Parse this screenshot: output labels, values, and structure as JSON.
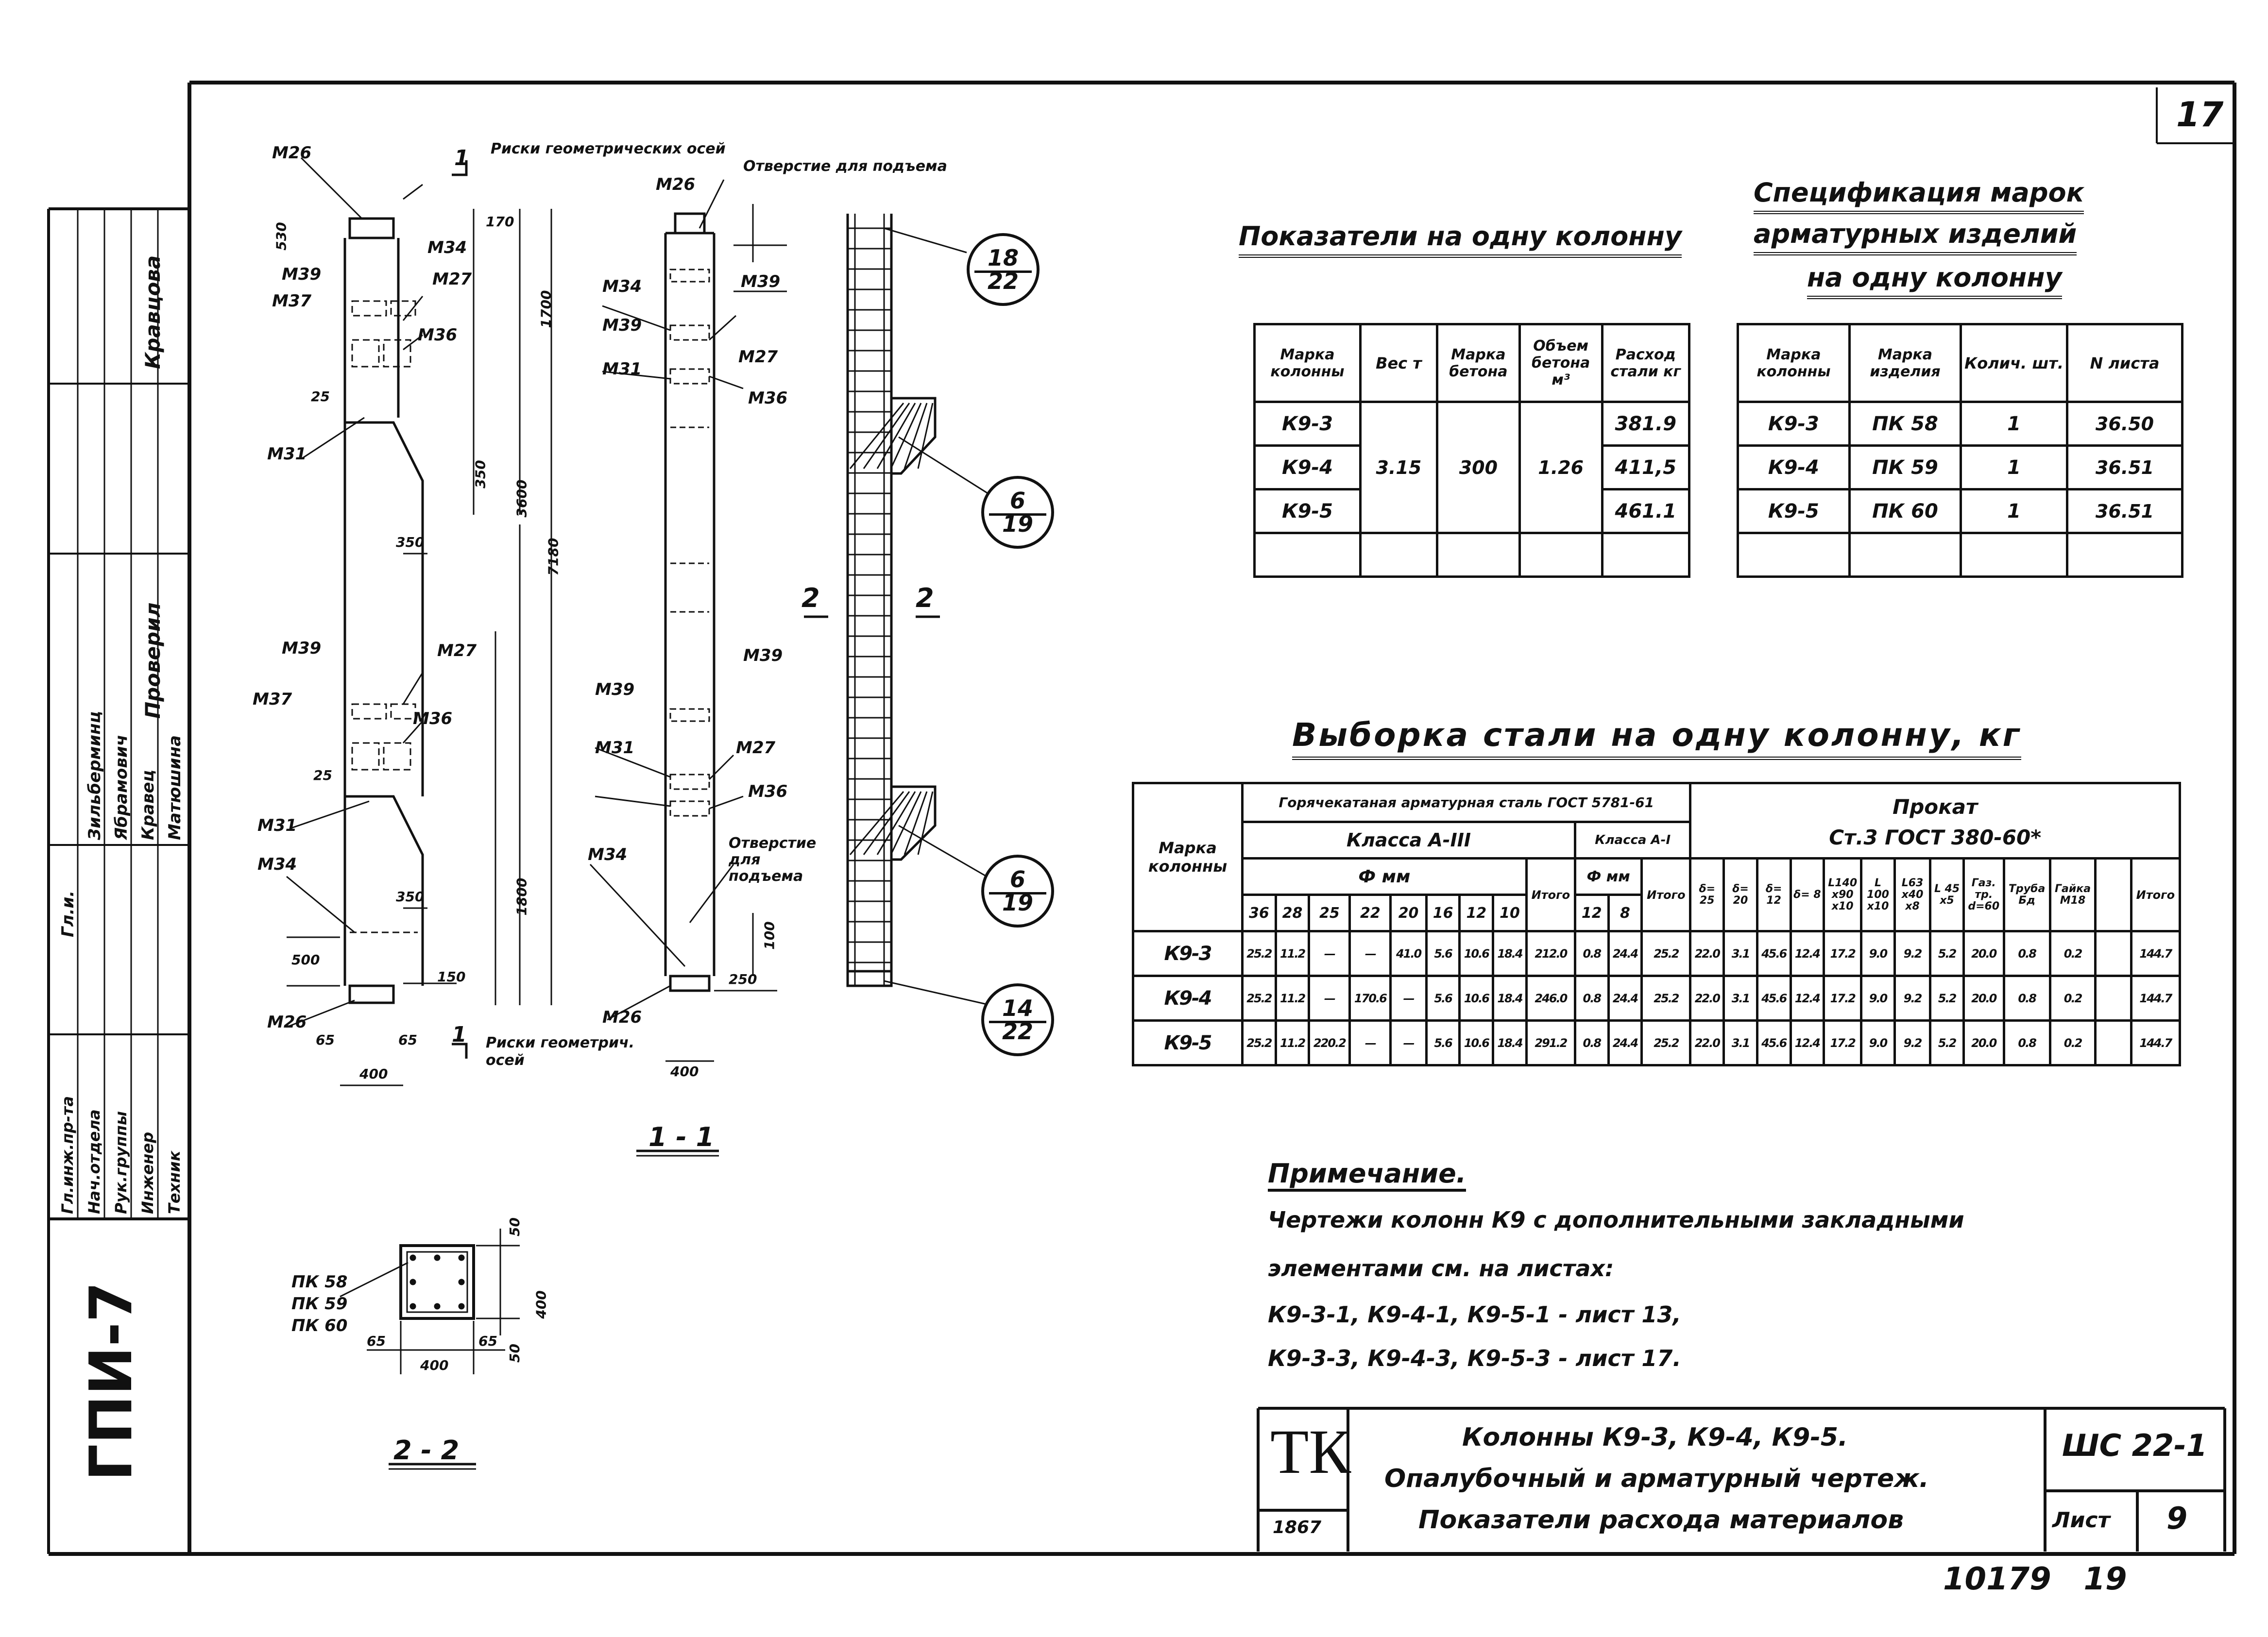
{
  "sheet": {
    "corner_number": "17",
    "bottom_numbers": "10179   19",
    "left_stamp": "ГПИ-7"
  },
  "side_block": {
    "names": [
      "Кравцова",
      "",
      "Проверил",
      "Зильберминц",
      "Ябрамович",
      "Кравец",
      "Матюшина"
    ],
    "roles": [
      "Гл.инж.пр-та",
      "Нач.отдела",
      "Рук.группы",
      "Инженер",
      "Техник"
    ],
    "headers": [
      "Гл.и.",
      "Зильберминц",
      "Ябрамович",
      "Кравец",
      "Матюшина"
    ]
  },
  "drawing": {
    "label_top": "Риски геометрических осей",
    "label_bottom": "Риски геометрич. осей",
    "hole_top": "Отверстие для подъема",
    "hole_bottom": "Отверстие для подъема",
    "section_11": "1 - 1",
    "section_22": "2 - 2",
    "section_mark_1": "1",
    "section_mark_2": "2",
    "marks_left": [
      "М26",
      "М34",
      "М39",
      "М37",
      "М27",
      "М36",
      "М31",
      "М39",
      "М27",
      "М37",
      "М36",
      "М31",
      "М34",
      "М26"
    ],
    "marks_mid": [
      "М26",
      "М34",
      "М39",
      "М27",
      "М31",
      "М36",
      "М39",
      "М27",
      "М31",
      "М36",
      "М34",
      "М26"
    ],
    "dims_left": [
      "530",
      "170",
      "1700",
      "3600",
      "7180",
      "350",
      "350",
      "350",
      "1800",
      "500",
      "150",
      "65",
      "65",
      "400",
      "25",
      "25"
    ],
    "dims_mid": [
      "400",
      "250",
      "100"
    ],
    "sect22_marks": [
      "ПК 58",
      "ПК 59",
      "ПК 60"
    ],
    "sect22_dims": [
      "50",
      "400",
      "50",
      "65",
      "65",
      "400"
    ],
    "bubbles": [
      {
        "top": "18",
        "bottom": "22"
      },
      {
        "top": "6",
        "bottom": "19"
      },
      {
        "top": "6",
        "bottom": "19"
      },
      {
        "top": "14",
        "bottom": "22"
      }
    ]
  },
  "indicators": {
    "title": "Показатели на одну колонну",
    "headers": [
      "Марка колонны",
      "Вес т",
      "Марка бетона",
      "Объем бетона м³",
      "Расход стали кг"
    ],
    "rows": [
      [
        "К9-3",
        "3.15",
        "300",
        "1.26",
        "381.9"
      ],
      [
        "К9-4",
        "",
        "",
        "",
        "411,5"
      ],
      [
        "К9-5",
        "",
        "",
        "",
        "461.1"
      ],
      [
        "",
        "",
        "",
        "",
        ""
      ]
    ]
  },
  "spec": {
    "title_1": "Спецификация марок",
    "title_2": "арматурных изделий",
    "title_3": "на одну колонну",
    "headers": [
      "Марка колонны",
      "Марка изделия",
      "Колич. шт.",
      "N листа"
    ],
    "rows": [
      [
        "К9-3",
        "ПК 58",
        "1",
        "36.50"
      ],
      [
        "К9-4",
        "ПК 59",
        "1",
        "36.51"
      ],
      [
        "К9-5",
        "ПК 60",
        "1",
        "36.51"
      ],
      [
        "",
        "",
        "",
        ""
      ]
    ]
  },
  "steel": {
    "title": "Выборка стали на одну колонну, кг",
    "h_mark": "Марка колонны",
    "h_hot": "Горячекатаная арматурная сталь ГОСТ 5781-61",
    "h_class3": "Класса А-III",
    "h_class1": "Класса А-I",
    "h_phi": "Ф мм",
    "h_itog": "Итого",
    "h_prokat": "Прокат",
    "h_gost": "Ст.3   ГОСТ   380-60*",
    "diam3": [
      "36",
      "28",
      "25",
      "22",
      "20",
      "16",
      "12",
      "10"
    ],
    "diam1": [
      "12",
      "8"
    ],
    "prokat_cols": [
      "δ= 25",
      "δ= 20",
      "δ= 12",
      "δ= 8",
      "L140 x90 x10",
      "L 100 x10",
      "L63 x40 x8",
      "L 45 x5",
      "Газ. тр. d=60",
      "Труба Бд",
      "Гайка М18",
      ""
    ],
    "rows": [
      {
        "mark": "К9-3",
        "c3": [
          "25.2",
          "11.2",
          "—",
          "—",
          "41.0",
          "5.6",
          "10.6",
          "18.4"
        ],
        "it3": "212.0",
        "c1": [
          "0.8",
          "24.4"
        ],
        "it1": "25.2",
        "pr": [
          "22.0",
          "3.1",
          "45.6",
          "12.4",
          "17.2",
          "9.0",
          "9.2",
          "5.2",
          "20.0",
          "0.8",
          "0.2",
          ""
        ],
        "tot": "144.7"
      },
      {
        "mark": "К9-4",
        "c3": [
          "25.2",
          "11.2",
          "—",
          "170.6",
          "—",
          "5.6",
          "10.6",
          "18.4"
        ],
        "it3": "246.0",
        "c1": [
          "0.8",
          "24.4"
        ],
        "it1": "25.2",
        "pr": [
          "22.0",
          "3.1",
          "45.6",
          "12.4",
          "17.2",
          "9.0",
          "9.2",
          "5.2",
          "20.0",
          "0.8",
          "0.2",
          ""
        ],
        "tot": "144.7"
      },
      {
        "mark": "К9-5",
        "c3": [
          "25.2",
          "11.2",
          "220.2",
          "—",
          "—",
          "5.6",
          "10.6",
          "18.4"
        ],
        "it3": "291.2",
        "c1": [
          "0.8",
          "24.4"
        ],
        "it1": "25.2",
        "pr": [
          "22.0",
          "3.1",
          "45.6",
          "12.4",
          "17.2",
          "9.0",
          "9.2",
          "5.2",
          "20.0",
          "0.8",
          "0.2",
          ""
        ],
        "tot": "144.7"
      }
    ]
  },
  "note": {
    "title": "Примечание.",
    "line1": "Чертежи колонн К9 с дополнительными закладными",
    "line2": "элементами см. на листах:",
    "line3": "К9-3-1, К9-4-1, К9-5-1 - лист 13,",
    "line4": "К9-3-3, К9-4-3, К9-5-3 - лист 17."
  },
  "title_block": {
    "logo": "ТК",
    "year": "1867",
    "line1": "Колонны К9-3, К9-4, К9-5.",
    "line2": "Опалубочный и арматурный чертеж.",
    "line3": "Показатели расхода материалов",
    "series": "ШС 22-1",
    "sheet_label": "Лист",
    "sheet_no": "9"
  }
}
